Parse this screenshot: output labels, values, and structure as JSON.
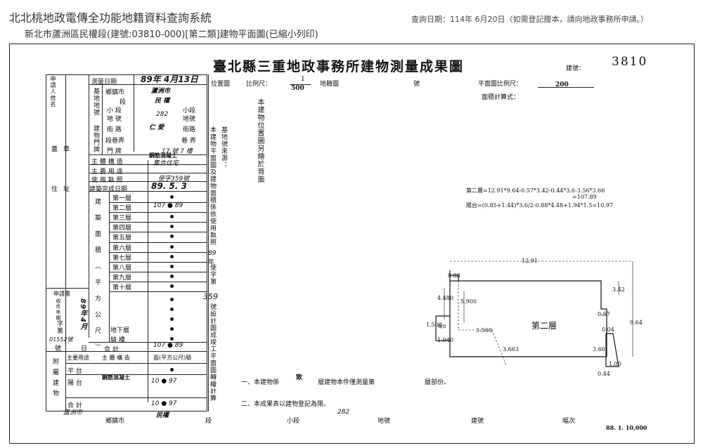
{
  "header": {
    "title": "北北桃地政電傳全功能地籍資料查詢系統",
    "subtitle": "新北市蘆洲區民權段(建號:03810-000)[第二類]建物平面圖(已縮小列印)",
    "query_date": "查詢日期：114年 6月20日（如需登記謄本，請向地政事務所申請。）"
  },
  "document": {
    "title": "臺北縣三重地政事務所建物測量成果圖",
    "building_no_label": "建號：",
    "building_no": "3810",
    "location_plan_label": "位置圖",
    "scale_label": "比例尺：",
    "scale_num": "1",
    "scale_den": "500",
    "cadastral_label": "地籍圖",
    "cadastral_no_label": "號",
    "floorplan_scale_label": "平面圖比例尺：",
    "floorplan_scale": "200",
    "area_formula_label": "面積計算式：",
    "note_vertical": "本建物位置圖另繪於背面",
    "base_no_source": "基地號來源：",
    "use_permit_note": "本建物平面圖及建物面積係依使用執照",
    "permit_year": "89",
    "year_unit": "年",
    "permit_word": "使字第",
    "permit_no": "359",
    "permit_suffix": "號設計圖成竣工平面圖轉繪計算",
    "note1_a": "一、本建物係",
    "note1_b": "致",
    "note1_c": "層建物本件僅測量第",
    "note1_d": "層部份。",
    "note2": "二、本成果表以建物登記為限。",
    "formula1": "第二層=12.91*9.64-0.57*3.42-0.44*3.6-3.56*3.66",
    "formula1b": "=107.89",
    "formula2": "陽台=(0.85+1.44)*3.6/2-0.88*4.48+1.94*1.5=10.97",
    "bottom_city": "蘆洲市",
    "bottom_city_label": "鄉鎮市",
    "bottom_section": "民權",
    "bottom_section_label": "段",
    "bottom_subsection_label": "小段",
    "bottom_lot": "282",
    "bottom_lot_label": "地號",
    "bottom_bldg_label": "建號",
    "bottom_sheet_label": "幅次",
    "print_code": "88. 1. 10,000"
  },
  "form": {
    "applicant_label": "申請人姓名",
    "seal_label": "蓋章",
    "address_label": "住址",
    "survey_date_label": "測量日期",
    "survey_date": "89年 4月13日",
    "township_label": "鄉鎮市",
    "township": "蘆洲市",
    "base_no_label": "基地地號",
    "section_label": "段",
    "section": "民 權",
    "subsection_label1": "小 段",
    "subsection_label2": "小段",
    "lot_label": "地 號",
    "lot_label2": "地號",
    "lot": "282",
    "door_label": "建物門牌",
    "street_label": "街 路",
    "street_label2": "街路",
    "street": "仁 愛",
    "lane_label": "段巷弄",
    "lane_label2": "巷 弄",
    "door_no_label": "門 牌",
    "door_no": "17 號 7 樓",
    "structure_label": "主 體 構 造",
    "structure": "鋼筋混凝土",
    "main_use_label": "主 要 用 途",
    "main_use": "集合住宅",
    "permit_label": "使 用 執 照",
    "permit_value": "使字359號",
    "completion_label": "建築完成日期",
    "completion_date": "89. 5. 3",
    "floor_area_vertical": "建築面積（平方公尺）",
    "floors": [
      "第一層",
      "第二層",
      "第三層",
      "第四層",
      "第五層",
      "第六層",
      "第七層",
      "第八層",
      "第九層",
      "第十層"
    ],
    "floor2_area": "107 ● 89",
    "basement_label": "地下層",
    "arcade_label": "騎 樓",
    "total_label": "合 計",
    "total_area": "107 ● 89",
    "attach_label": "附屬建物",
    "attach_use_label": "主要用途",
    "attach_struct_label": "主 體 構 造",
    "attach_area_label": "面(平方公尺)積",
    "platform_label": "平 台",
    "balcony_label": "陽 台",
    "balcony_struct": "鋼筋混凝土",
    "balcony_area": "10 ● 97",
    "attach_total_label": "合 計",
    "attach_total": "10 ● 97",
    "app_book_label": "申請書",
    "receipt_year_label": "收件年期",
    "receipt_date": "89年4月",
    "receipt_word": "字第",
    "receipt_no_hand": "01552號",
    "receipt_no_label": "號",
    "receipt_day_label": "日"
  },
  "plan": {
    "floor_label": "第二層",
    "balcony_label": "陽台",
    "dims": [
      "12.91",
      "0.88",
      "3.42",
      "4.480",
      "5.900",
      "0.57",
      "9.64",
      "1.500",
      "3.560",
      "1.940",
      "3.663",
      "3.60",
      "0.44",
      "1.00",
      "0.04"
    ]
  }
}
